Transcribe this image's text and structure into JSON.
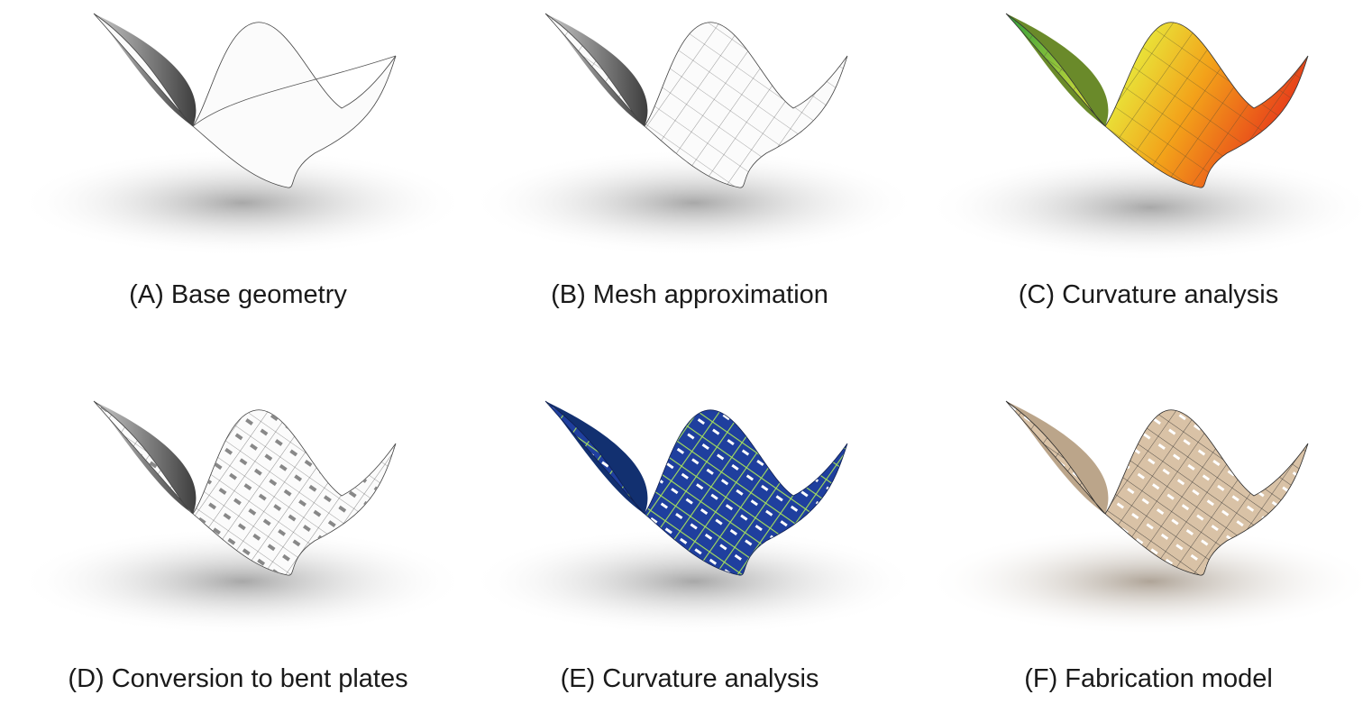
{
  "panels": [
    {
      "id": "a",
      "caption": "(A) Base geometry",
      "style": "plain"
    },
    {
      "id": "b",
      "caption": "(B) Mesh approximation",
      "style": "mesh"
    },
    {
      "id": "c",
      "caption": "(C) Curvature analysis",
      "style": "heatmap"
    },
    {
      "id": "d",
      "caption": "(D) Conversion to bent plates",
      "style": "plates"
    },
    {
      "id": "e",
      "caption": "(E) Curvature analysis",
      "style": "plates-curvature"
    },
    {
      "id": "f",
      "caption": "(F) Fabrication model",
      "style": "fabrication"
    }
  ],
  "colors": {
    "background": "#ffffff",
    "shadow": "#bdbdbd",
    "line": "#333333",
    "heat_low": "#2e9e3a",
    "heat_mid": "#e8e63a",
    "heat_high": "#e8431a",
    "plate_blue": "#1f3f9e",
    "plate_gap": "#a6e05a",
    "wood": "#d9c2a6"
  }
}
